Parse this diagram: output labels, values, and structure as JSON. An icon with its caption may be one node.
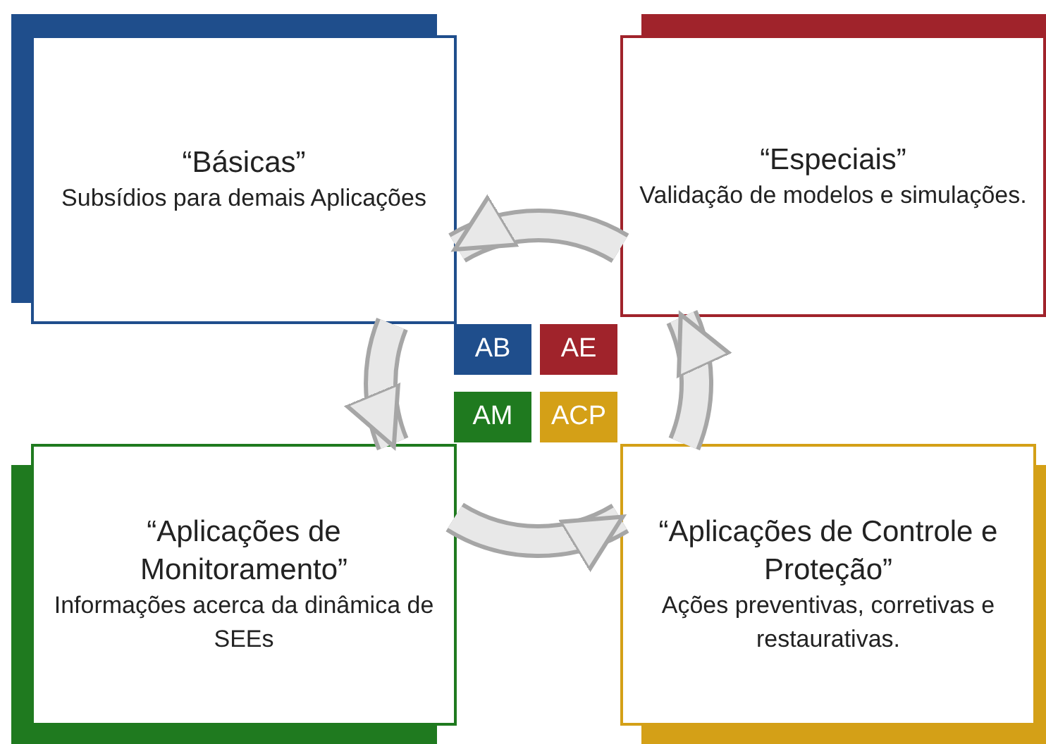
{
  "diagram": {
    "nodes": [
      {
        "text": [
          "“Básicas”",
          "Subsídios para demais Aplicações"
        ]
      },
      {
        "text": [
          "“Especiais”",
          "Validação de modelos e simulações."
        ]
      },
      {
        "text": [
          "“Aplicações de Monitoramento”",
          "Informações acerca da dinâmica de SEEs"
        ]
      },
      {
        "text": [
          "“Aplicações de Controle e Proteção”",
          "Ações preventivas, corretivas e restaurativas."
        ]
      },
      {
        "text": [
          "AB"
        ]
      },
      {
        "text": [
          "AE"
        ]
      },
      {
        "text": [
          "AM"
        ]
      },
      {
        "text": [
          "ACP"
        ]
      }
    ],
    "edges": [
      {
        "from": 1,
        "to": 0,
        "arrow": "to"
      },
      {
        "from": 0,
        "to": 2,
        "arrow": "to"
      },
      {
        "from": 2,
        "to": 3,
        "arrow": "to"
      },
      {
        "from": 3,
        "to": 1,
        "arrow": "to"
      }
    ]
  }
}
